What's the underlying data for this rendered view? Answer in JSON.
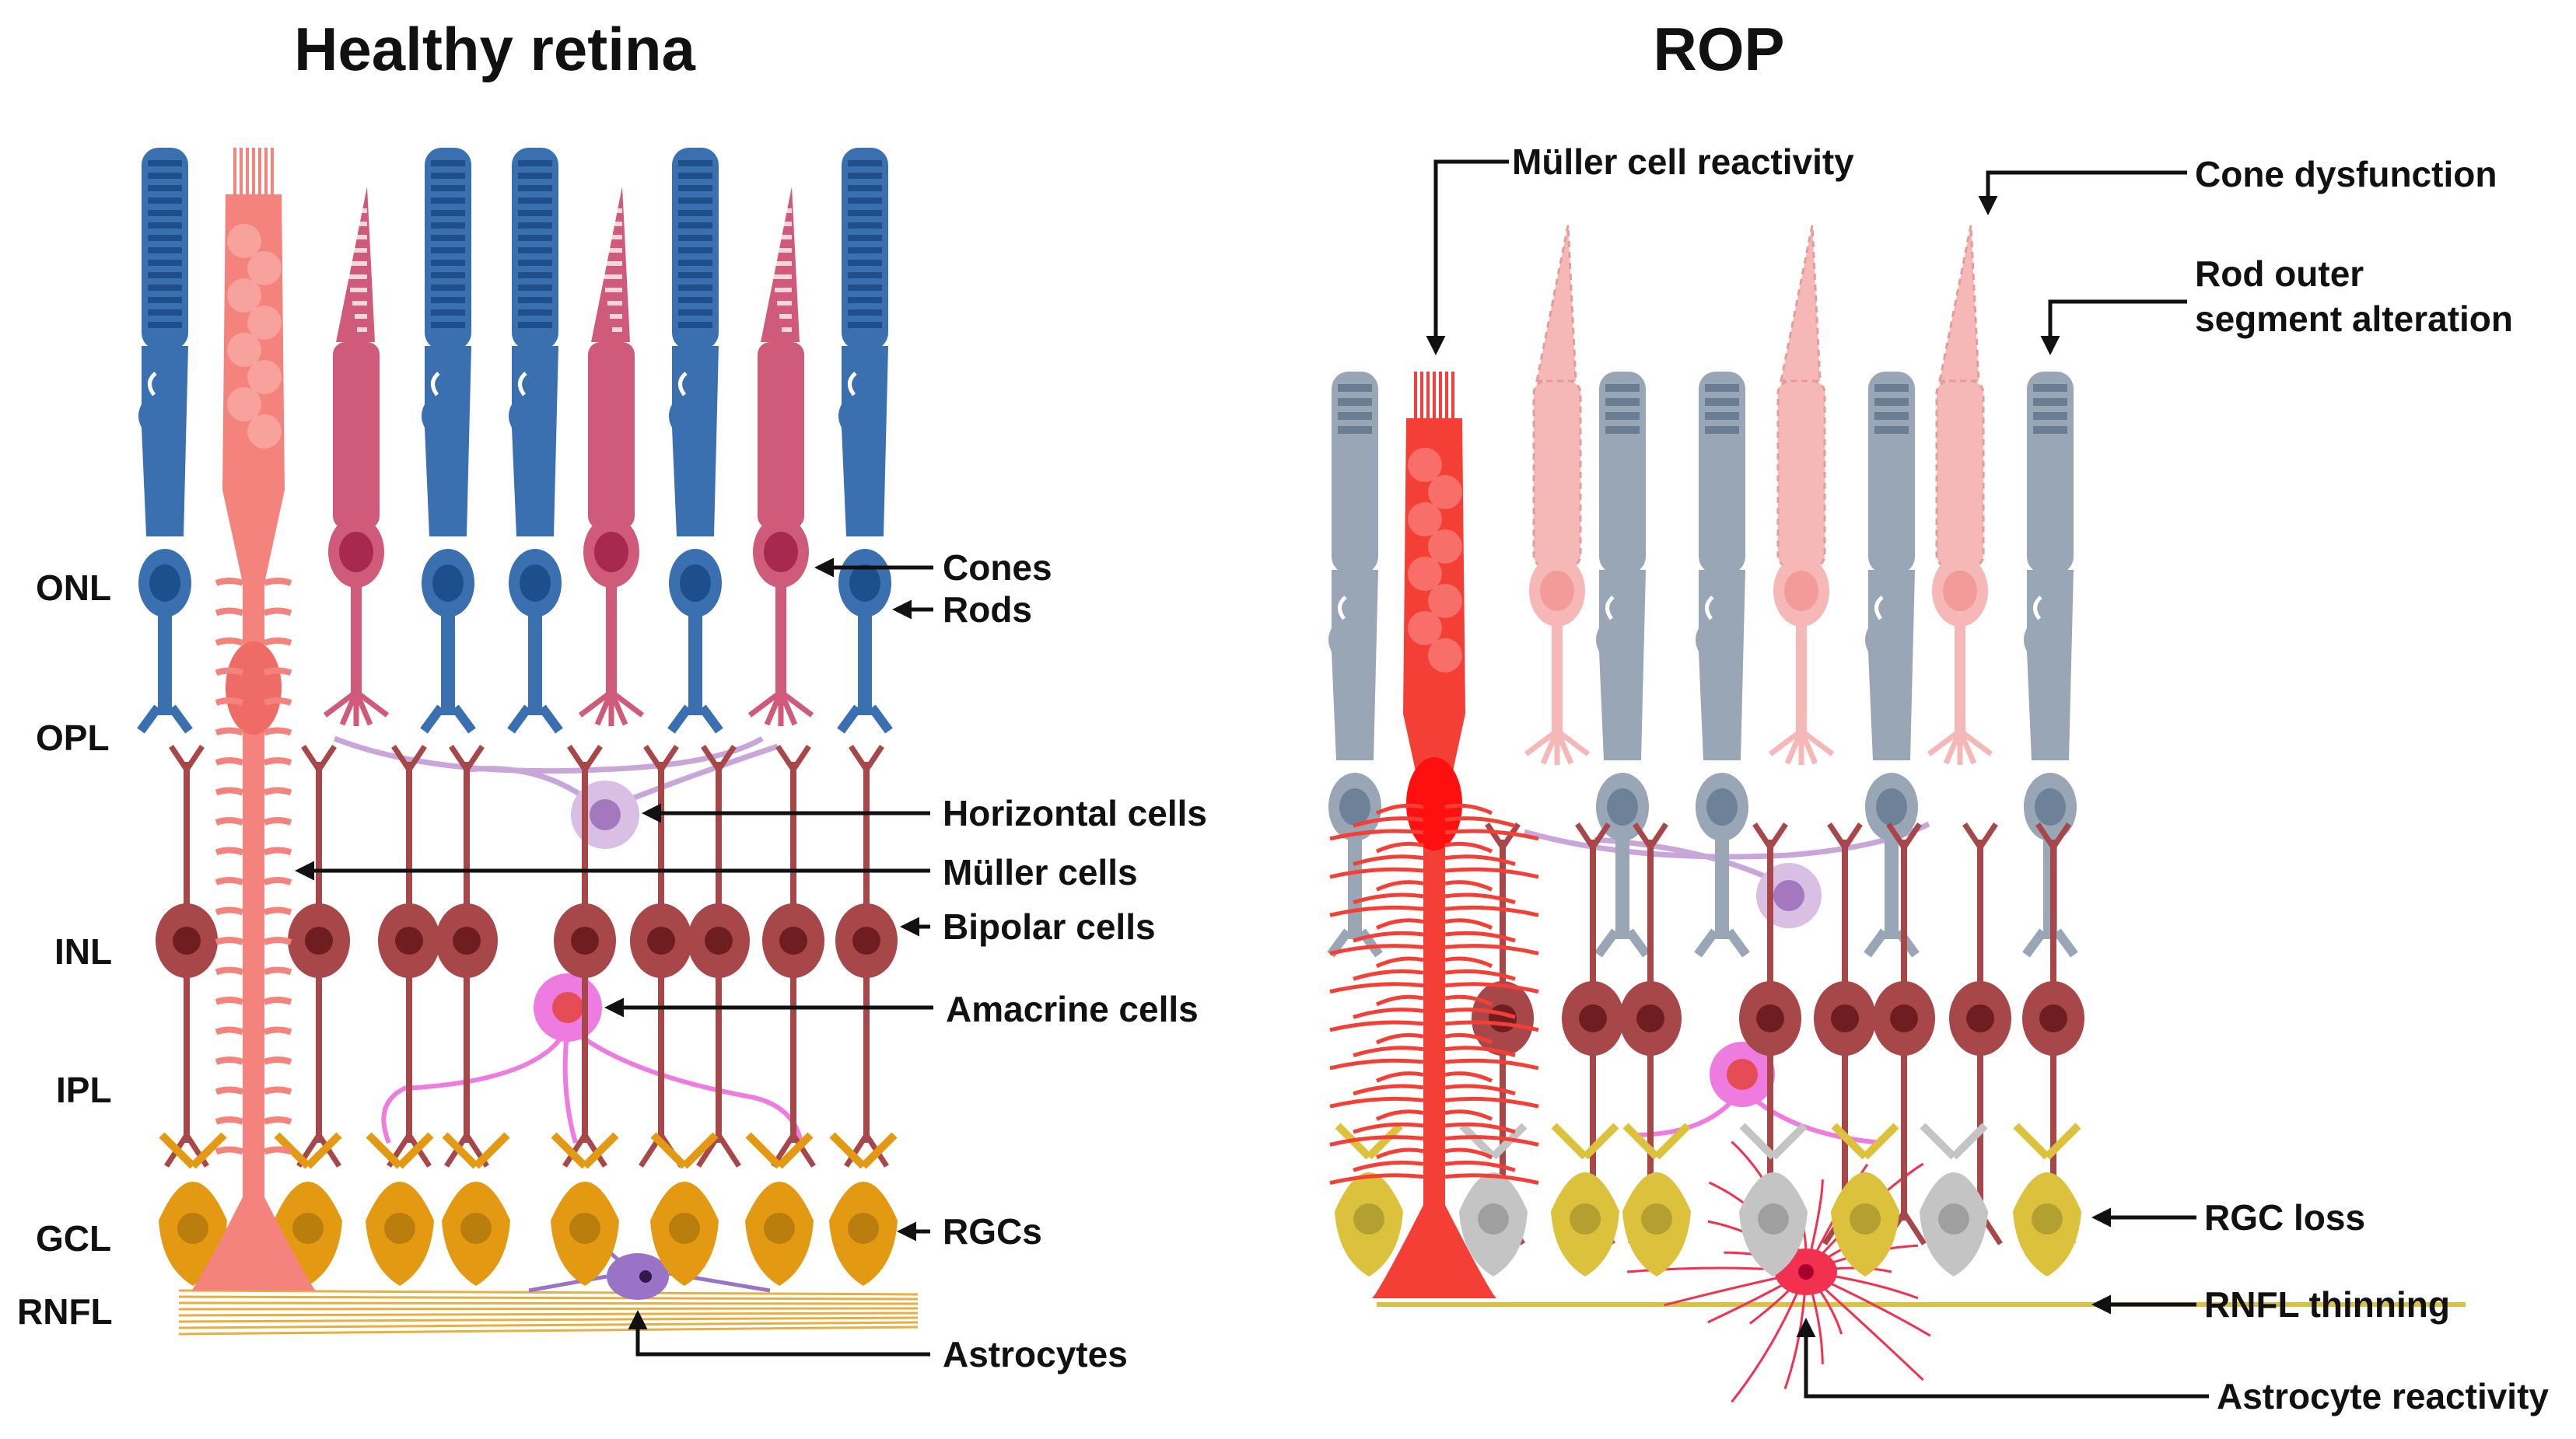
{
  "panels": {
    "healthy": {
      "title": "Healthy retina",
      "layers": [
        "ONL",
        "OPL",
        "INL",
        "IPL",
        "GCL",
        "RNFL"
      ],
      "labels": {
        "cones": "Cones",
        "rods": "Rods",
        "horizontal": "Horizontal cells",
        "muller": "Müller cells",
        "bipolar": "Bipolar cells",
        "amacrine": "Amacrine cells",
        "rgcs": "RGCs",
        "astrocytes": "Astrocytes"
      }
    },
    "rop": {
      "title": "ROP",
      "labels": {
        "muller_reactivity": "Müller cell reactivity",
        "cone_dysfunction": "Cone dysfunction",
        "rod_outer": "Rod outer\nsegment alteration",
        "rgc_loss": "RGC loss",
        "rnfl_thinning": "RNFL thinning",
        "astrocyte_reactivity": "Astrocyte reactivity"
      }
    }
  },
  "colors": {
    "rod": "#3a6fb0",
    "rod_nucleus": "#1d4f8c",
    "cone": "#cf5a7a",
    "cone_nucleus": "#a8294f",
    "muller": "#f4837d",
    "muller_reactive": "#f43f36",
    "bipolar": "#a8474a",
    "bipolar_nucleus": "#6e1d20",
    "horizontal": "#c9a6d9",
    "amacrine": "#ee7be0",
    "rgc": "#e39a12",
    "rgc_rop": "#dcc23c",
    "rgc_lost": "#c4c4c4",
    "astrocyte": "#9a73c6",
    "astrocyte_reactive": "#f2304f",
    "rod_rop": "#98a6b6",
    "cone_rop": "#f5b8b6",
    "arrow": "#111111"
  }
}
